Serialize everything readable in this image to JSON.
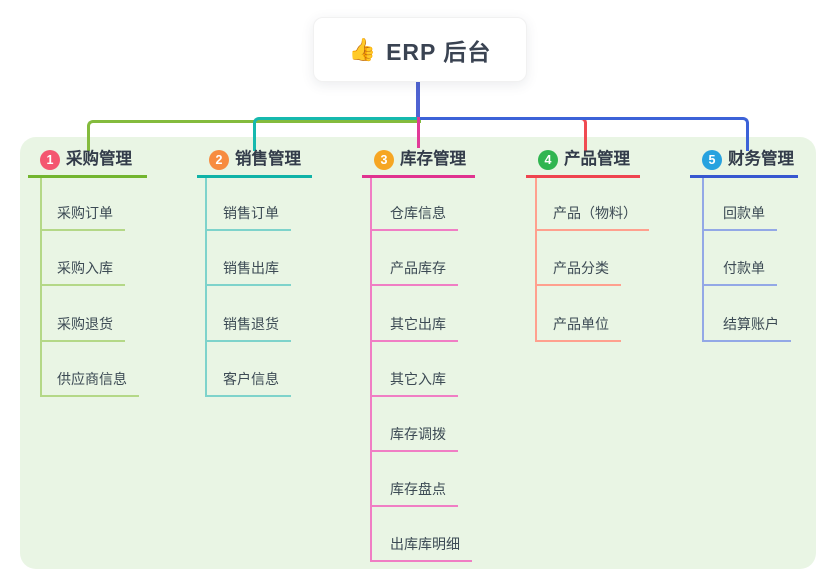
{
  "root": {
    "icon": "👍",
    "title": "ERP 后台"
  },
  "colors": {
    "panel_bg": "#e9f5e4",
    "trunk_blue": "#4f63d2",
    "branch_green": "#84bb3d",
    "branch_teal": "#16b9ae",
    "branch_magenta": "#e23a98",
    "branch_red": "#f04b52",
    "branch_blue": "#3c62d8",
    "badge_1": "#f4566f",
    "badge_2": "#f78c40",
    "badge_3": "#f6a623",
    "badge_4": "#30b550",
    "badge_5": "#27a2df"
  },
  "branches": [
    {
      "index": "1",
      "label": "采购管理",
      "items": [
        "采购订单",
        "采购入库",
        "采购退货",
        "供应商信息"
      ]
    },
    {
      "index": "2",
      "label": "销售管理",
      "items": [
        "销售订单",
        "销售出库",
        "销售退货",
        "客户信息"
      ]
    },
    {
      "index": "3",
      "label": "库存管理",
      "items": [
        "仓库信息",
        "产品库存",
        "其它出库",
        "其它入库",
        "库存调拨",
        "库存盘点",
        "出库库明细"
      ]
    },
    {
      "index": "4",
      "label": "产品管理",
      "items": [
        "产品（物料）",
        "产品分类",
        "产品单位"
      ]
    },
    {
      "index": "5",
      "label": "财务管理",
      "items": [
        "回款单",
        "付款单",
        "结算账户"
      ]
    }
  ]
}
